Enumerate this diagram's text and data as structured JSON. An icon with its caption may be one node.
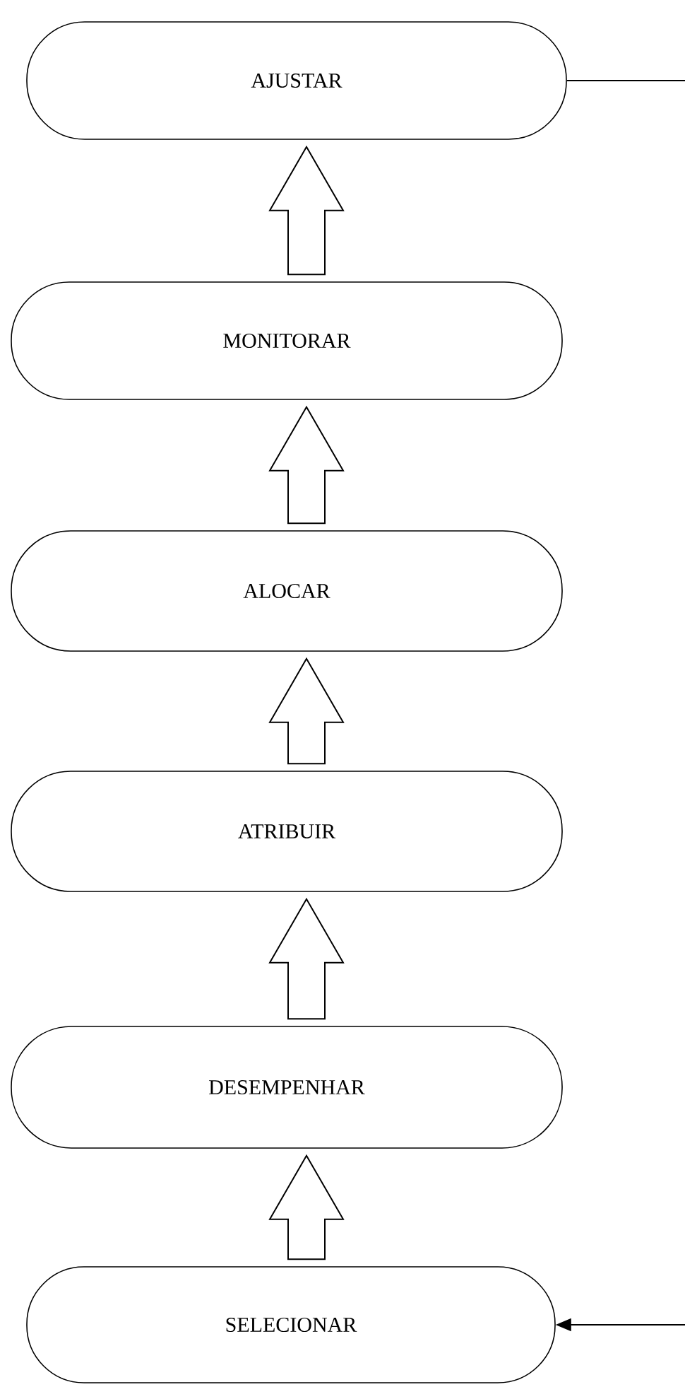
{
  "diagram": {
    "nodes": [
      {
        "text": [
          "AJUSTAR"
        ]
      },
      {
        "text": [
          "MONITORAR"
        ]
      },
      {
        "text": [
          "ALOCAR"
        ]
      },
      {
        "text": [
          "ATRIBUIR"
        ]
      },
      {
        "text": [
          "DESEMPENHAR"
        ]
      },
      {
        "text": [
          "SELECIONAR"
        ]
      }
    ],
    "edges": [
      {
        "from": 1,
        "to": 0,
        "arrow": "to",
        "style": "thick"
      },
      {
        "from": 2,
        "to": 1,
        "arrow": "to",
        "style": "thick"
      },
      {
        "from": 3,
        "to": 2,
        "arrow": "to",
        "style": "thick"
      },
      {
        "from": 4,
        "to": 3,
        "arrow": "to",
        "style": "thick"
      },
      {
        "from": 5,
        "to": 4,
        "arrow": "to",
        "style": "thick"
      },
      {
        "from": 0,
        "to": null,
        "arrow": "none"
      },
      {
        "from": null,
        "to": 5,
        "arrow": "to"
      }
    ]
  }
}
